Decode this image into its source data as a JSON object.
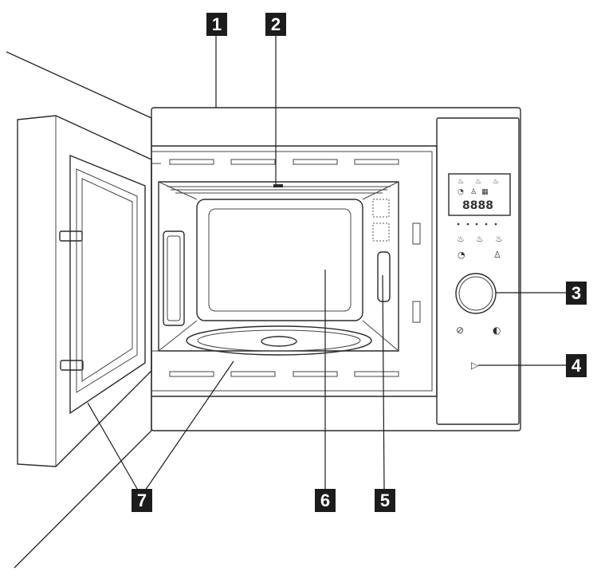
{
  "callouts": [
    {
      "id": "1",
      "label": "1"
    },
    {
      "id": "2",
      "label": "2"
    },
    {
      "id": "3",
      "label": "3"
    },
    {
      "id": "4",
      "label": "4"
    },
    {
      "id": "5",
      "label": "5"
    },
    {
      "id": "6",
      "label": "6"
    },
    {
      "id": "7",
      "label": "7"
    }
  ],
  "display": {
    "digits": "8888"
  },
  "icons": {
    "display_top_row": [
      "fan-icon",
      "fan-icon",
      "fan-icon"
    ],
    "display_mid_row": [
      "clock-icon",
      "person-icon",
      "grid-icon"
    ],
    "buttons_row1": [
      "fan-icon",
      "fan-icon",
      "fan-icon"
    ],
    "buttons_row2": [
      "clock-icon",
      "person-icon"
    ],
    "buttons_bottom": [
      "stop-icon",
      "start-icon"
    ],
    "door_sensor": "door-sensor-icon"
  },
  "colors": {
    "line": "#2a2a2a",
    "callout_bg": "#1c1c1c",
    "callout_text": "#ffffff"
  }
}
